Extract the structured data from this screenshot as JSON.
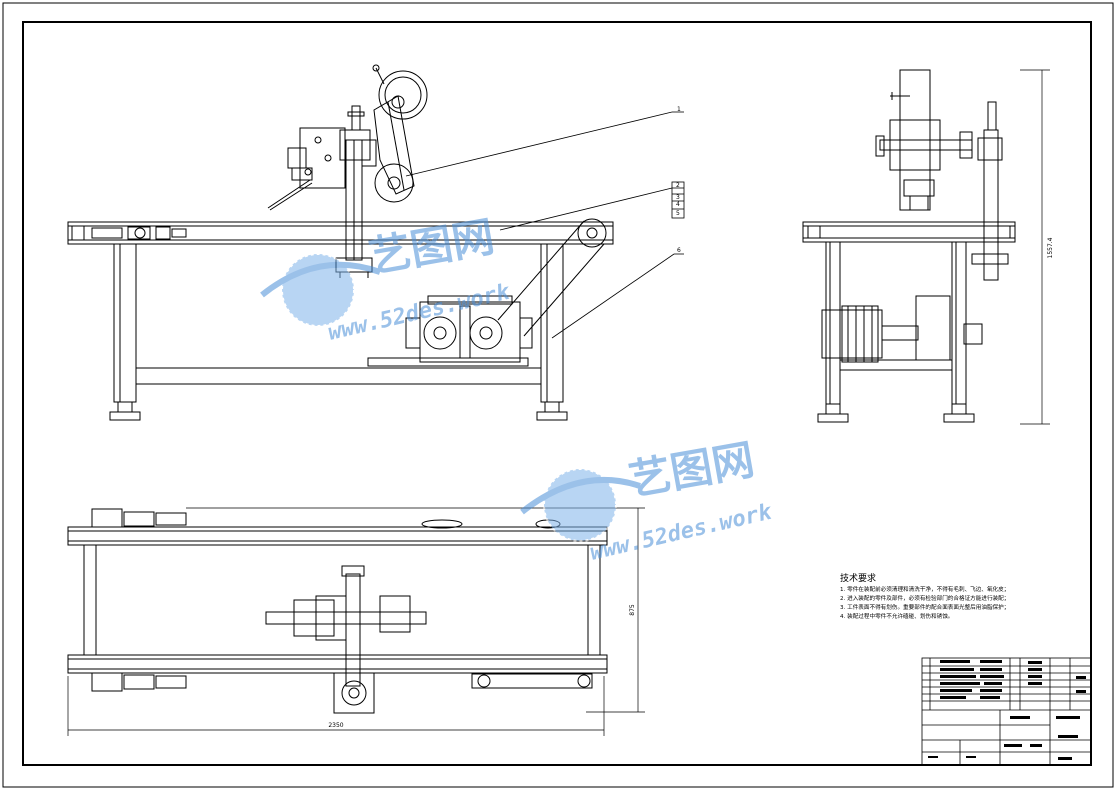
{
  "drawing": {
    "callouts": [
      "1",
      "2",
      "3",
      "4",
      "5",
      "6"
    ],
    "dimensions": {
      "side_height": "1557.4",
      "plan_depth": "875",
      "plan_length": "2350"
    }
  },
  "watermark": {
    "brand_cn": "艺图网",
    "url": "www.52des.work",
    "color": "#4a8fd8"
  },
  "tech_requirements": {
    "title": "技术要求",
    "items": [
      "1. 零件在装配前必须清理和清洗干净，不得有毛刺、飞边、氧化皮；",
      "2. 进入装配的零件及部件，必须有检验部门的合格证方能进行装配；",
      "3. 工件表面不得有划伤。重要部件的配合面表面光整后用油脂保护；",
      "4. 装配过程中零件不允许磕碰、划伤和锈蚀。"
    ]
  }
}
